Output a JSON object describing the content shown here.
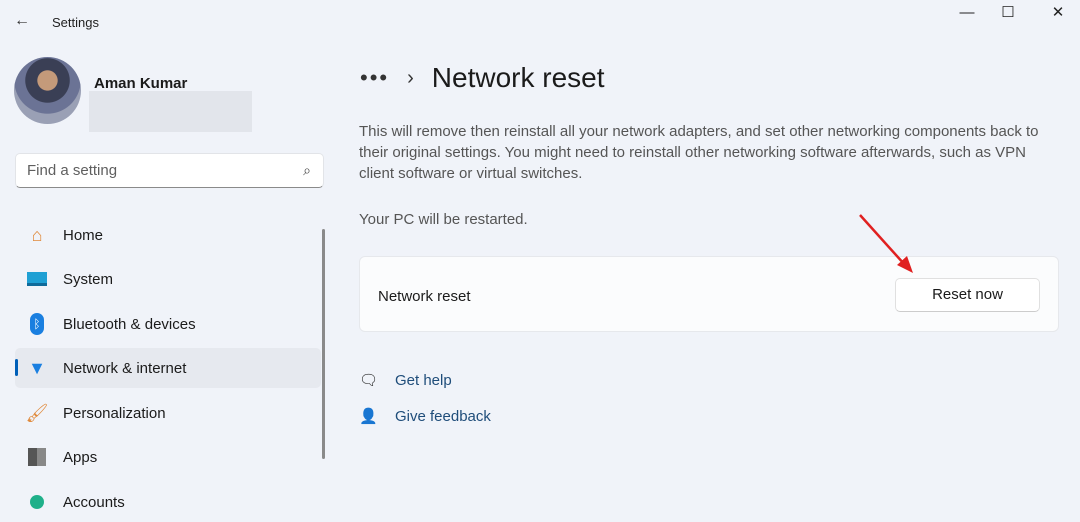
{
  "window": {
    "title": "Settings"
  },
  "user": {
    "name": "Aman Kumar"
  },
  "search": {
    "placeholder": "Find a setting"
  },
  "sidebar": {
    "items": [
      {
        "label": "Home",
        "icon": "home-icon"
      },
      {
        "label": "System",
        "icon": "system-icon"
      },
      {
        "label": "Bluetooth & devices",
        "icon": "bluetooth-icon"
      },
      {
        "label": "Network & internet",
        "icon": "wifi-icon",
        "selected": true
      },
      {
        "label": "Personalization",
        "icon": "brush-icon"
      },
      {
        "label": "Apps",
        "icon": "apps-icon"
      },
      {
        "label": "Accounts",
        "icon": "accounts-icon"
      }
    ]
  },
  "main": {
    "breadcrumb_more": "•••",
    "title": "Network reset",
    "description": "This will remove then reinstall all your network adapters, and set other networking components back to their original settings. You might need to reinstall other networking software afterwards, such as VPN client software or virtual switches.",
    "restart_note": "Your PC will be restarted.",
    "card": {
      "label": "Network reset",
      "button": "Reset now"
    },
    "links": [
      {
        "label": "Get help"
      },
      {
        "label": "Give feedback"
      }
    ]
  },
  "colors": {
    "accent": "#005fb8",
    "annotation_arrow": "#e02020"
  }
}
